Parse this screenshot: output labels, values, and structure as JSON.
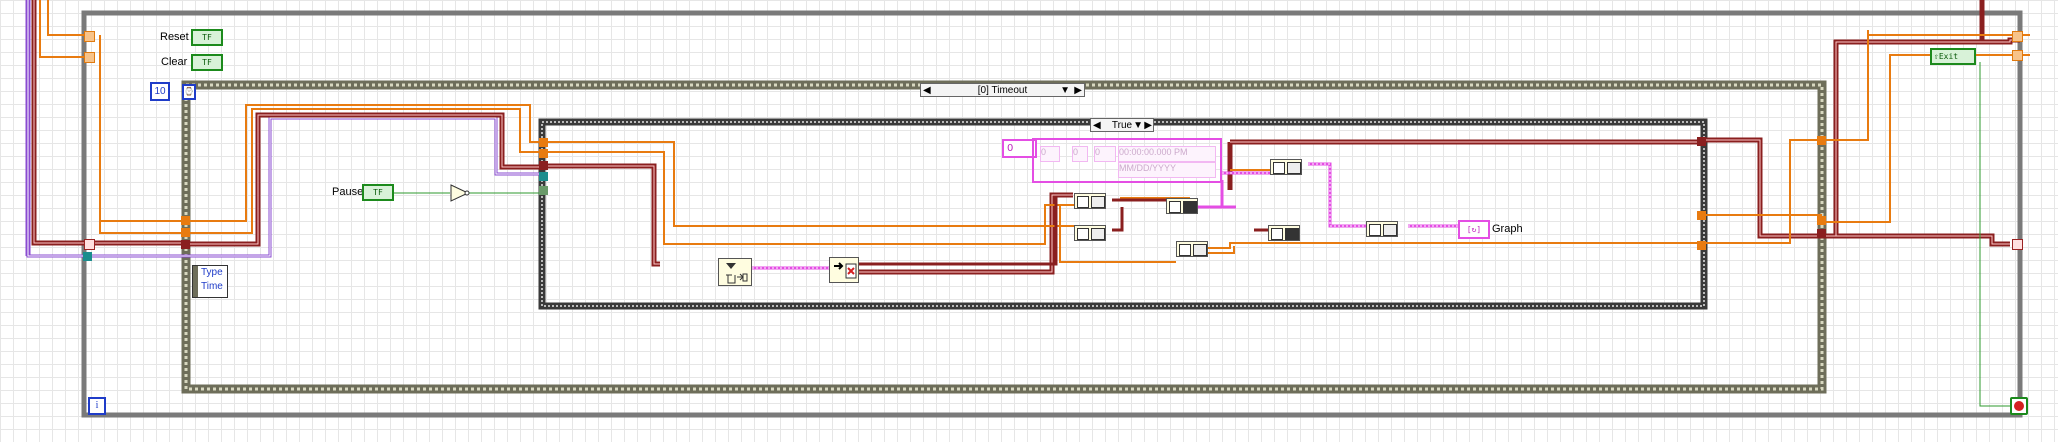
{
  "controls": {
    "reset_label": "Reset",
    "clear_label": "Clear",
    "pause_label": "Pause",
    "exit_label": "Exit",
    "bool_text": "TF"
  },
  "constants": {
    "timeout_ms": "10",
    "zero_const": "0"
  },
  "event_structure": {
    "selector": "[0] Timeout",
    "event_data": [
      "Type",
      "Time"
    ]
  },
  "case_structure": {
    "selector": "True"
  },
  "timestamp_constant": {
    "f1": "0",
    "f2": "0",
    "f3": "0",
    "time_text": "00:00:00.000 PM",
    "date_text": "MM/DD/YYYY"
  },
  "indicators": {
    "graph_label": "Graph"
  },
  "loop": {
    "iteration": "i"
  },
  "wire_colors": {
    "numeric": "#e87b10",
    "array": "#8a1f1f",
    "boolean": "#2d9a2d",
    "timestamp": "#e44ee4",
    "cluster": "#8a4bd1",
    "refnum": "#1b8d8d"
  }
}
